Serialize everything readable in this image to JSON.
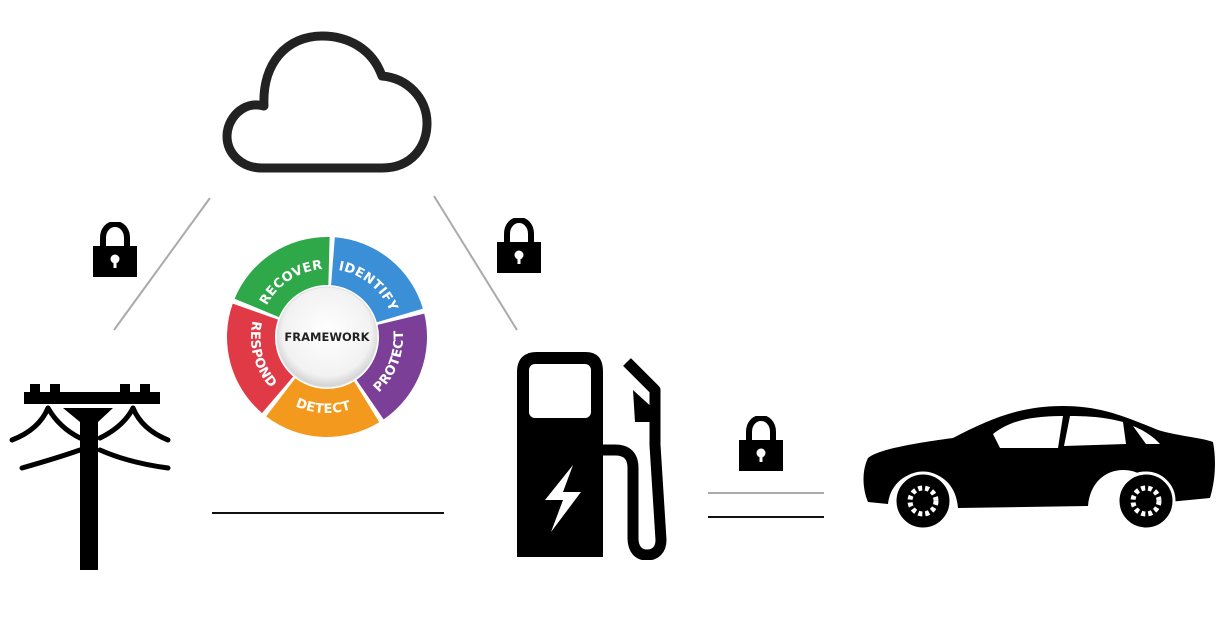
{
  "diagram": {
    "nodes": [
      {
        "id": "cloud",
        "icon": "cloud-icon"
      },
      {
        "id": "utility-grid",
        "icon": "power-pole-icon"
      },
      {
        "id": "charging-station",
        "icon": "ev-charger-icon"
      },
      {
        "id": "vehicle",
        "icon": "car-icon"
      }
    ],
    "links": [
      {
        "from": "utility-grid",
        "to": "cloud",
        "secured": true,
        "style": "gray-diagonal"
      },
      {
        "from": "charging-station",
        "to": "cloud",
        "secured": true,
        "style": "gray-diagonal"
      },
      {
        "from": "utility-grid",
        "to": "charging-station",
        "secured": false,
        "style": "black-line"
      },
      {
        "from": "charging-station",
        "to": "vehicle",
        "secured": true,
        "style": "double-line"
      }
    ],
    "framework": {
      "center_label": "FRAMEWORK",
      "segments": [
        {
          "label": "IDENTIFY",
          "color": "#3a8fd6"
        },
        {
          "label": "PROTECT",
          "color": "#7b3f98"
        },
        {
          "label": "DETECT",
          "color": "#f39a1e"
        },
        {
          "label": "RESPOND",
          "color": "#e03a47"
        },
        {
          "label": "RECOVER",
          "color": "#2fa84a"
        }
      ]
    }
  },
  "colors": {
    "icon": "#000000",
    "cloud_stroke": "#222222",
    "link_gray": "#aaaaaa",
    "link_black": "#111111"
  }
}
